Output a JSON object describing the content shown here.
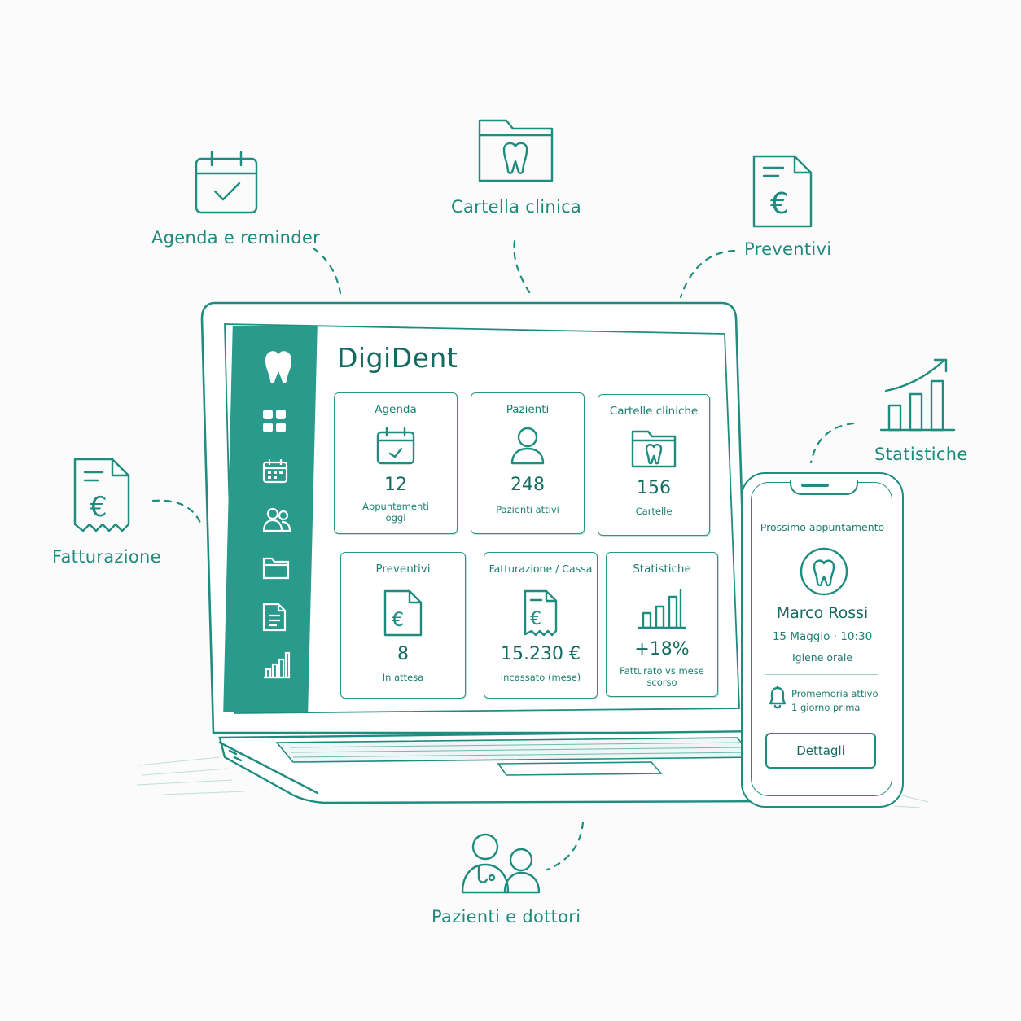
{
  "features": {
    "agenda": "Agenda e reminder",
    "cartella": "Cartella clinica",
    "preventivi": "Preventivi",
    "statistiche": "Statistiche",
    "fatturazione": "Fatturazione",
    "pazienti_dottori": "Pazienti e dottori"
  },
  "app": {
    "title": "DigiDent",
    "sidebar_icons": [
      "tooth-logo-icon",
      "dashboard-grid-icon",
      "calendar-icon",
      "users-icon",
      "folder-icon",
      "document-icon",
      "bar-chart-icon"
    ]
  },
  "cards": [
    {
      "title": "Agenda",
      "value": "12",
      "sub": "Appuntamenti\noggi",
      "icon": "calendar-check-icon"
    },
    {
      "title": "Pazienti",
      "value": "248",
      "sub": "Pazienti attivi",
      "icon": "user-icon"
    },
    {
      "title": "Cartelle cliniche",
      "value": "156",
      "sub": "Cartelle",
      "icon": "tooth-folder-icon"
    },
    {
      "title": "Preventivi",
      "value": "8",
      "sub": "In attesa",
      "icon": "euro-document-icon"
    },
    {
      "title": "Fatturazione / Cassa",
      "value": "15.230 €",
      "sub": "Incassato (mese)",
      "icon": "euro-receipt-icon"
    },
    {
      "title": "Statistiche",
      "value": "+18%",
      "sub": "Fatturato vs mese\nscorso",
      "icon": "bar-chart-icon"
    }
  ],
  "phone": {
    "heading": "Prossimo appuntamento",
    "patient": "Marco Rossi",
    "date": "15 Maggio",
    "time": "10:30",
    "treatment": "Igiene orale",
    "reminder_line1": "Promemoria attivo",
    "reminder_line2": "1 giorno prima",
    "button": "Dettagli"
  },
  "colors": {
    "accent": "#1f8c80",
    "sidebar": "#2a9a8c",
    "background": "#fafbfa"
  }
}
